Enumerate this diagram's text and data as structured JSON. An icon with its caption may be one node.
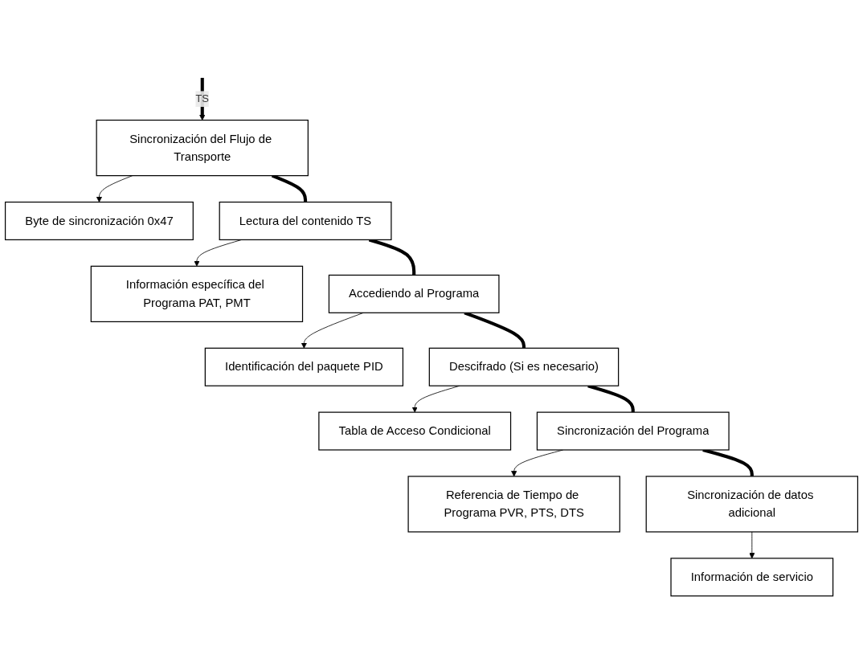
{
  "diagram": {
    "nodes": [
      {
        "text": [
          "Sincronización del Flujo de Transporte"
        ]
      },
      {
        "text": [
          "Byte de sincronización 0x47"
        ]
      },
      {
        "text": [
          "Lectura del contenido TS"
        ]
      },
      {
        "text": [
          "Información específica del Programa PAT, PMT"
        ]
      },
      {
        "text": [
          "Accediendo al Programa"
        ]
      },
      {
        "text": [
          "Identificación del paquete PID"
        ]
      },
      {
        "text": [
          "Descifrado (Si es necesario)"
        ]
      },
      {
        "text": [
          "Tabla de Acceso Condicional"
        ]
      },
      {
        "text": [
          "Sincronización del Programa"
        ]
      },
      {
        "text": [
          "Referencia de Tiempo de Programa PVR, PTS, DTS"
        ]
      },
      {
        "text": [
          "Sincronización de datos adicional"
        ]
      },
      {
        "text": [
          "Información de servicio"
        ]
      }
    ],
    "edges": [
      {
        "from": null,
        "to": 0,
        "arrow": "to",
        "label": "TS",
        "style": "thick"
      },
      {
        "from": 0,
        "to": 1,
        "arrow": "to"
      },
      {
        "from": 0,
        "to": 2,
        "arrow": "none",
        "style": "thick"
      },
      {
        "from": 2,
        "to": 3,
        "arrow": "to"
      },
      {
        "from": 2,
        "to": 4,
        "arrow": "none",
        "style": "thick"
      },
      {
        "from": 4,
        "to": 5,
        "arrow": "to"
      },
      {
        "from": 4,
        "to": 6,
        "arrow": "none",
        "style": "thick"
      },
      {
        "from": 6,
        "to": 7,
        "arrow": "to"
      },
      {
        "from": 6,
        "to": 8,
        "arrow": "none",
        "style": "thick"
      },
      {
        "from": 8,
        "to": 9,
        "arrow": "to"
      },
      {
        "from": 8,
        "to": 10,
        "arrow": "none",
        "style": "thick"
      },
      {
        "from": 10,
        "to": 11,
        "arrow": "to"
      }
    ]
  }
}
